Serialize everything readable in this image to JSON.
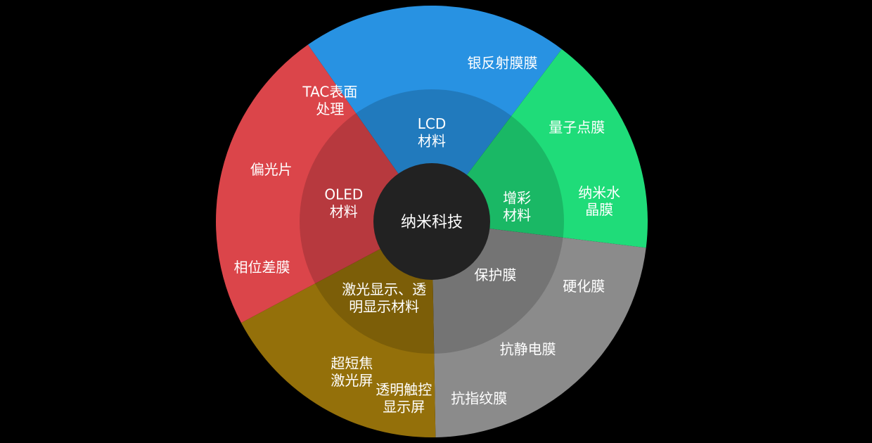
{
  "center": {
    "label": "纳米科技",
    "color": "#222222"
  },
  "categories": [
    {
      "id": "lcd",
      "label_lines": [
        "LCD",
        "材料"
      ],
      "color": "#2892e2",
      "start_deg": -35,
      "end_deg": 37,
      "items": [
        {
          "id": "silver",
          "lines": [
            "银反射膜膜"
          ]
        }
      ]
    },
    {
      "id": "color",
      "label_lines": [
        "增彩",
        "材料"
      ],
      "color": "#1fdc79",
      "start_deg": 37,
      "end_deg": 97,
      "items": [
        {
          "id": "quantum",
          "lines": [
            "量子点膜"
          ]
        },
        {
          "id": "nanowater",
          "lines": [
            "纳米水",
            "晶膜"
          ]
        }
      ]
    },
    {
      "id": "protect",
      "label_lines": [
        "保护膜"
      ],
      "color": "#8b8b8b",
      "start_deg": 97,
      "end_deg": 179,
      "items": [
        {
          "id": "hard",
          "lines": [
            "硬化膜"
          ]
        },
        {
          "id": "antistatic",
          "lines": [
            "抗静电膜"
          ]
        },
        {
          "id": "antifinger",
          "lines": [
            "抗指纹膜"
          ]
        }
      ]
    },
    {
      "id": "laser",
      "label_lines": [
        "激光显示、透",
        "明显示材料"
      ],
      "color": "#94700a",
      "start_deg": 179,
      "end_deg": 242,
      "items": [
        {
          "id": "ultrashort",
          "lines": [
            "超短焦",
            "激光屏"
          ]
        },
        {
          "id": "touch",
          "lines": [
            "透明触控",
            "显示屏"
          ]
        }
      ]
    },
    {
      "id": "oled",
      "label_lines": [
        "OLED",
        "材料"
      ],
      "color": "#db454a",
      "start_deg": 242,
      "end_deg": 325,
      "items": [
        {
          "id": "tac",
          "lines": [
            "TAC表面",
            "处理"
          ]
        },
        {
          "id": "polarizer",
          "lines": [
            "偏光片"
          ]
        },
        {
          "id": "retarder",
          "lines": [
            "相位差膜"
          ]
        }
      ]
    }
  ]
}
